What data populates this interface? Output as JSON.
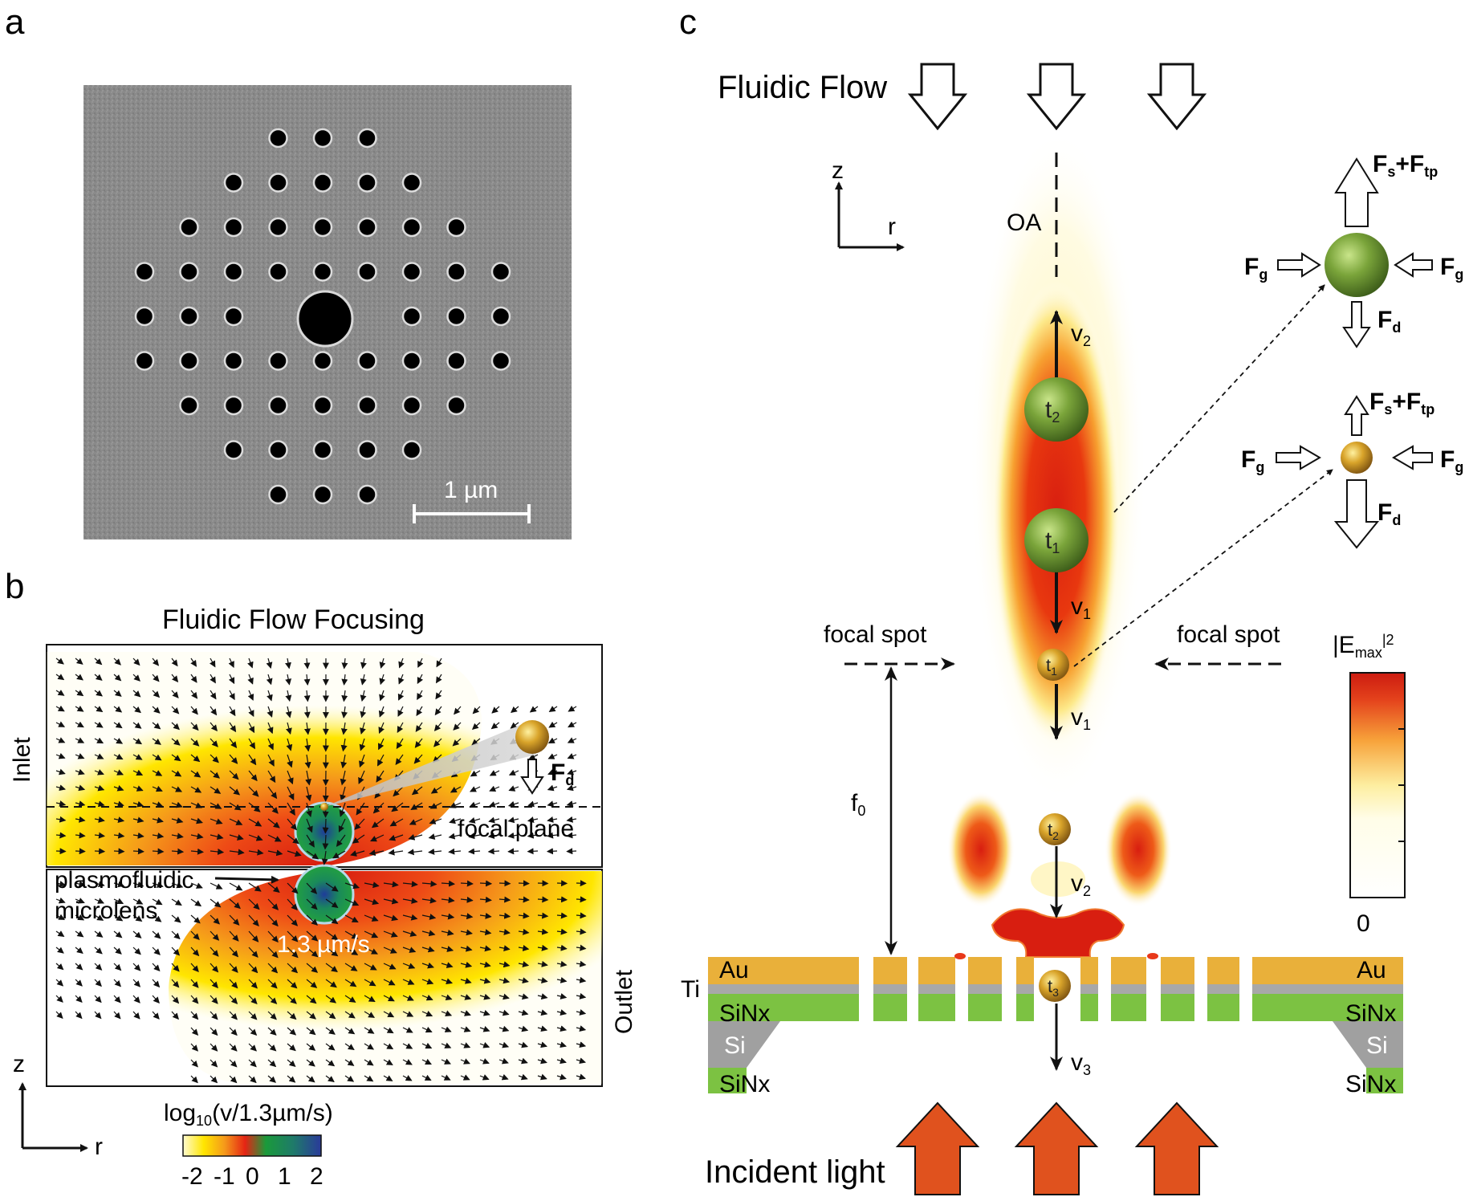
{
  "panels": {
    "a": "a",
    "b": "b",
    "c": "c"
  },
  "panel_a": {
    "scale_bar_label": "1 µm"
  },
  "panel_b": {
    "title": "Fluidic Flow Focusing",
    "inlet": "Inlet",
    "outlet": "Outlet",
    "focal_plane": "focal plane",
    "microlens_line1": "plasmofluidic",
    "microlens_line2": "microlens",
    "speed": "1.3 µm/s",
    "force_main": "F",
    "force_sub": "d",
    "axis_z": "z",
    "axis_r": "r",
    "colorbar_title_prefix": "log",
    "colorbar_title_sub": "10",
    "colorbar_title_suffix": "(v/1.3µm/s)",
    "colorbar_ticks": [
      "-2",
      "-1",
      "0",
      "1",
      "2"
    ],
    "colorbar_colors": [
      "#fffbd0",
      "#ffe600",
      "#f59a1a",
      "#e52414",
      "#1a9a3a",
      "#2a3a9a"
    ]
  },
  "panel_c": {
    "fluidic_flow": "Fluidic Flow",
    "incident_light": "Incident light",
    "axis_z": "z",
    "axis_r": "r",
    "optical_axis": "OA",
    "focal_spot_left": "focal spot",
    "focal_spot_right": "focal spot",
    "focal_length_main": "f",
    "focal_length_sub": "0",
    "particles": {
      "t": "t",
      "t1": "1",
      "t2": "2",
      "t3": "3"
    },
    "velocity_main": "v",
    "v1": "1",
    "v2": "2",
    "v3": "3",
    "layers_left": [
      "Au",
      "Ti",
      "SiNx",
      "Si",
      "SiNx"
    ],
    "layers_right": [
      "Au",
      "SiNx",
      "Si",
      "SiNx"
    ],
    "layer_colors": {
      "Au": "#e9b03a",
      "Ti": "#a8a8a8",
      "SiNx": "#7cc242",
      "Si": "#a0a0a0"
    },
    "forces_big": {
      "Fs": "F",
      "s": "s",
      "plus": "+F",
      "tp": "tp",
      "Fg": "F",
      "g": "g",
      "Fd": "F",
      "d": "d"
    },
    "colorbar_title_main": "|E",
    "colorbar_title_sub": "max",
    "colorbar_title_sup": "|2",
    "colorbar_zero": "0",
    "arrow_flow_color": "#ffffff",
    "arrow_light_color": "#e0521e"
  }
}
